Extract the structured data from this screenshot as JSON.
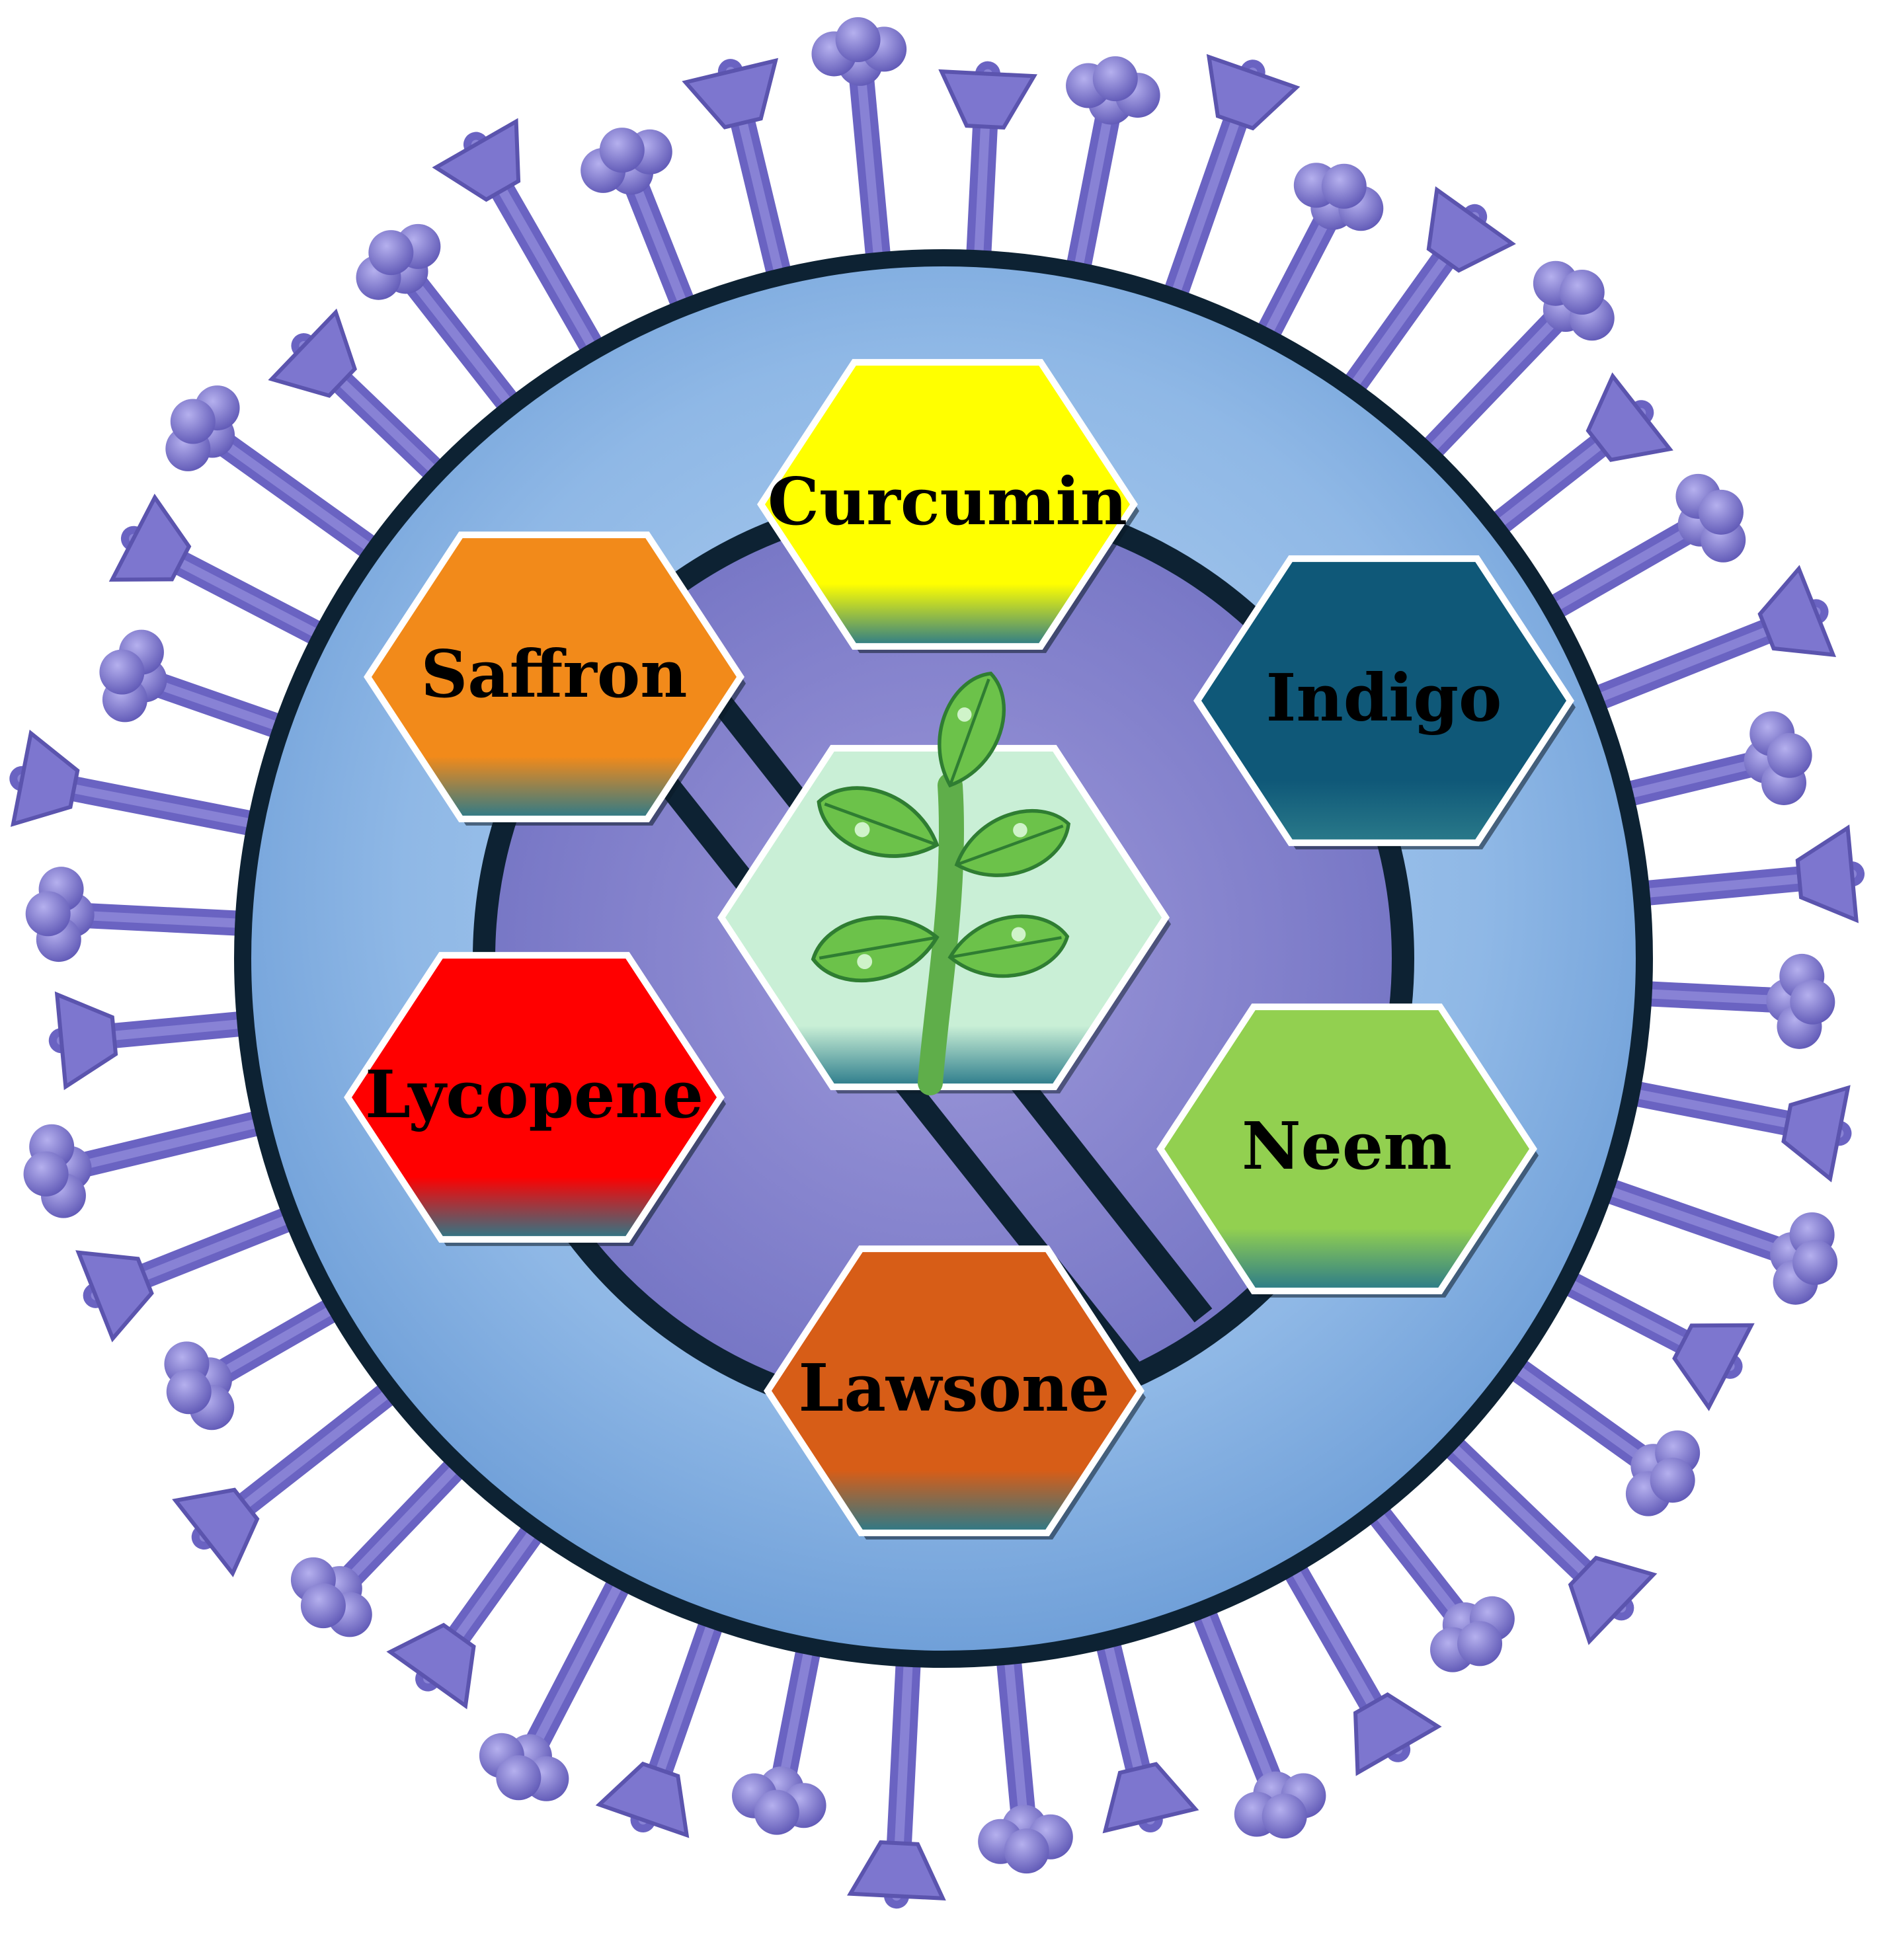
{
  "center": {
    "icon": "plant-sprout-icon",
    "color": "#c9efd6"
  },
  "compounds": [
    {
      "id": "curcumin",
      "label": "Curcumin",
      "color": "#ffff00"
    },
    {
      "id": "indigo",
      "label": "Indigo",
      "color": "#0f5878"
    },
    {
      "id": "neem",
      "label": "Neem",
      "color": "#92d050"
    },
    {
      "id": "lawsone",
      "label": "Lawsone",
      "color": "#d75d17"
    },
    {
      "id": "lycopene",
      "label": "Lycopene",
      "color": "#ff0000"
    },
    {
      "id": "saffron",
      "label": "Saffron",
      "color": "#f28a1a"
    }
  ],
  "colors": {
    "virus_spikes": "#7a72cc",
    "virus_body": "#8fb8e6",
    "ring_outline": "#0d2233",
    "text": "#000000"
  }
}
